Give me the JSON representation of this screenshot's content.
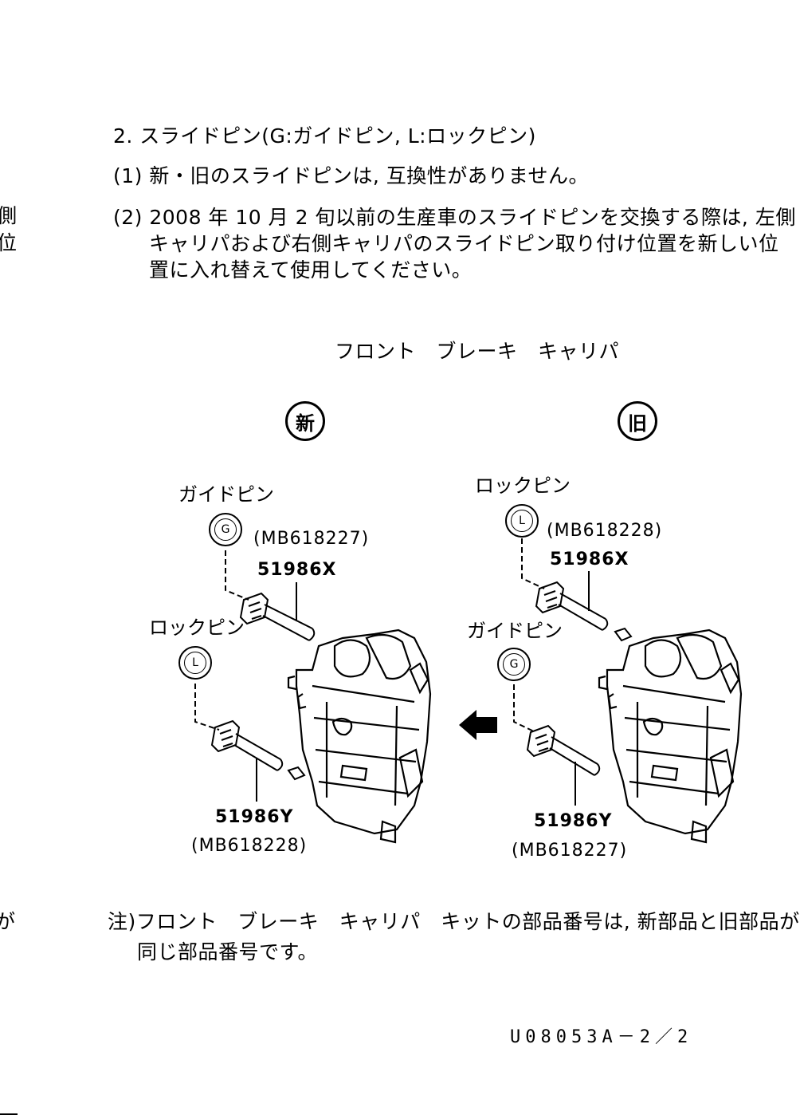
{
  "margin_fragments": [
    "側",
    "位",
    "が"
  ],
  "heading": "2. スライドピン(G:ガイドピン, L:ロックピン)",
  "items": [
    "(1) 新・旧のスライドピンは, 互換性がありません。",
    "(2) 2008 年 10 月 2 旬以前の生産車のスライドピンを交換する際は, 左側",
    "キャリパおよび右側キャリパのスライドピン取り付け位置を新しい位",
    "置に入れ替えて使用してください。"
  ],
  "figure": {
    "title": "フロント　ブレーキ　キャリパ",
    "new_mark": "新",
    "old_mark": "旧",
    "new_side": {
      "upper_label": "ガイドピン",
      "upper_badge": "G",
      "upper_paren": "(MB618227)",
      "upper_part": "51986X",
      "lower_label": "ロックピン",
      "lower_badge": "L",
      "lower_part": "51986Y",
      "lower_paren": "(MB618228)"
    },
    "old_side": {
      "upper_label": "ロックピン",
      "upper_badge": "L",
      "upper_paren": "(MB618228)",
      "upper_part": "51986X",
      "lower_label": "ガイドピン",
      "lower_badge": "G",
      "lower_part": "51986Y",
      "lower_paren": "(MB618227)"
    }
  },
  "note": [
    "注)フロント　ブレーキ　キャリパ　キットの部品番号は, 新部品と旧部品が",
    "同じ部品番号です。"
  ],
  "figure_id": "U08053A－2／2"
}
